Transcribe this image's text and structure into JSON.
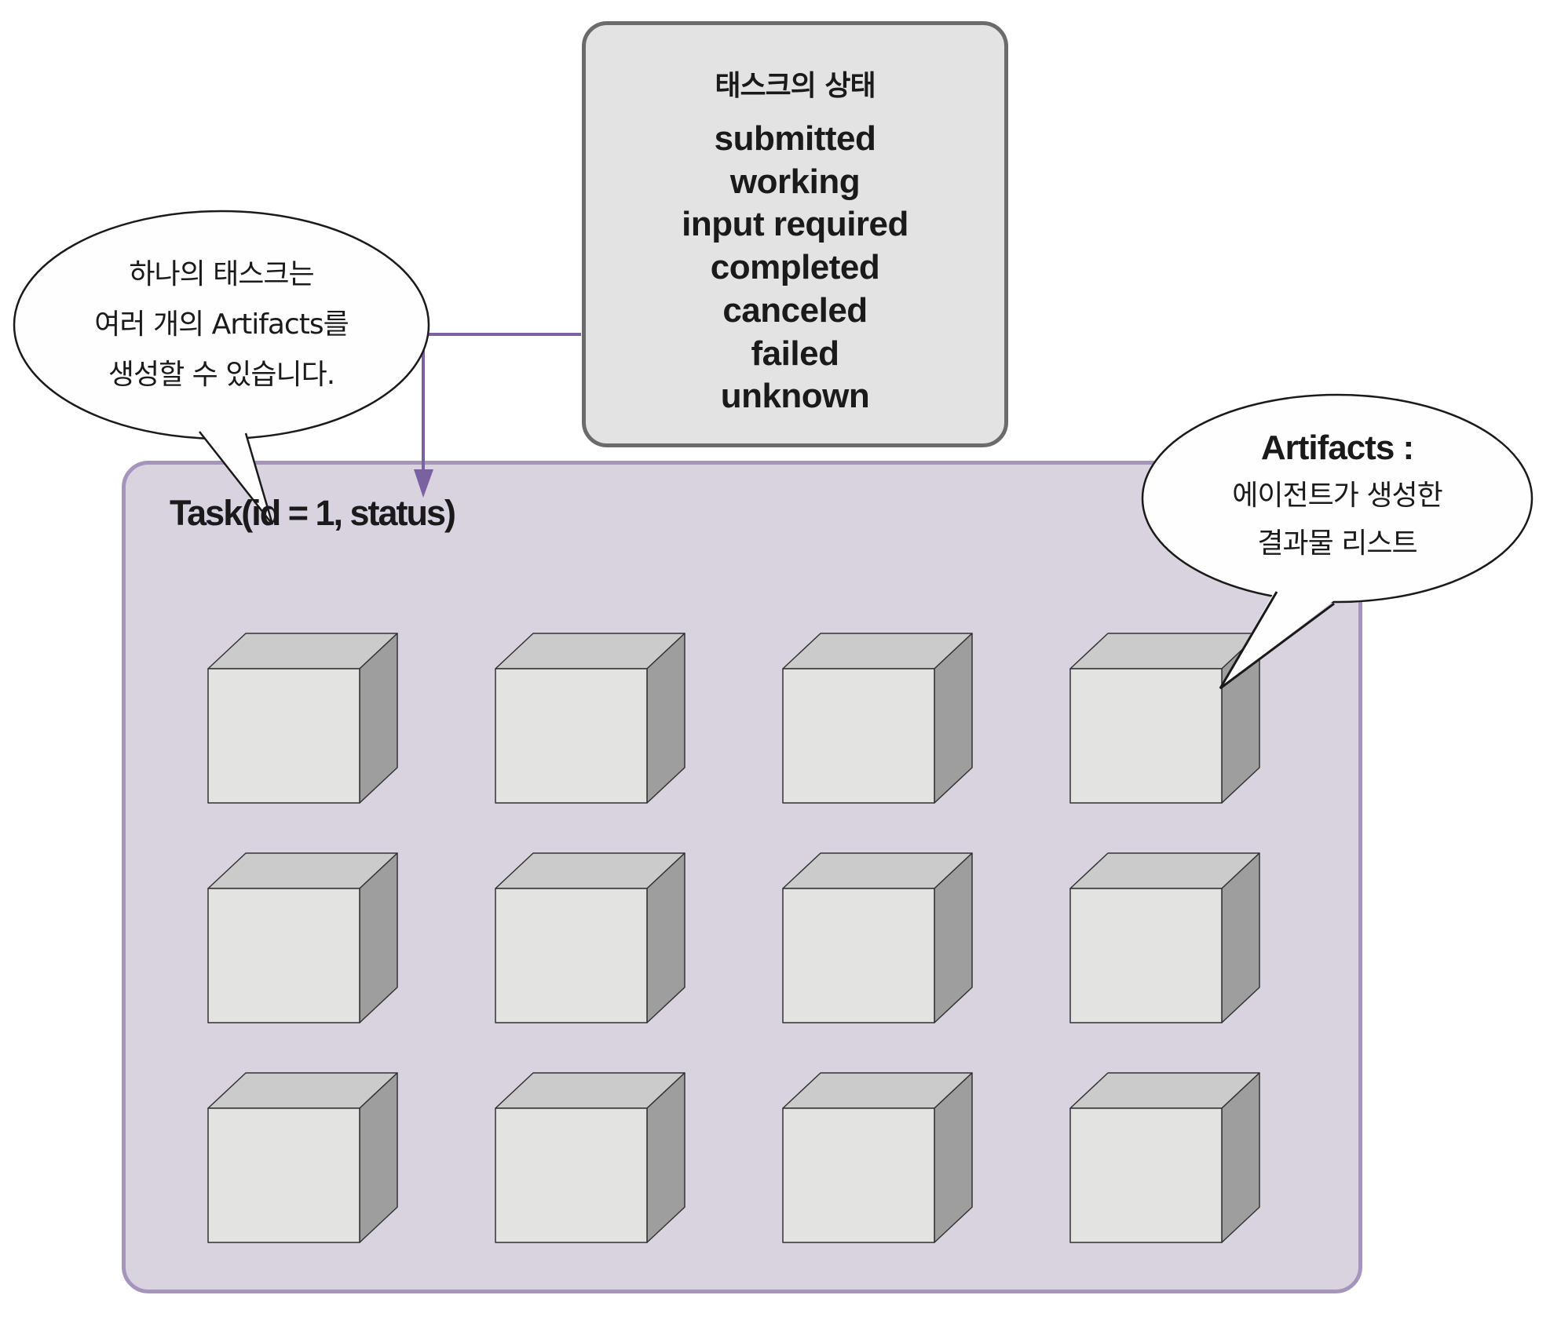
{
  "task": {
    "label": "Task(id = 1, status)",
    "container_color": "#d9d3e0",
    "border_color": "#a595bd"
  },
  "status_box": {
    "title": "태스크의 상태",
    "states": [
      "submitted",
      "working",
      "input required",
      "completed",
      "canceled",
      "failed",
      "unknown"
    ]
  },
  "callouts": {
    "left": {
      "lines": [
        "하나의 태스크는",
        "여러 개의 Artifacts를",
        "생성할 수 있습니다."
      ]
    },
    "right": {
      "heading": "Artifacts :",
      "lines": [
        "에이전트가 생성한",
        "결과물 리스트"
      ]
    }
  },
  "artifacts": {
    "rows": 3,
    "columns": 4,
    "count": 12
  },
  "connector": {
    "from": "status_box",
    "to": "task",
    "color": "#7a62a0"
  },
  "colors": {
    "cube_front": "#e3e3e2",
    "cube_top": "#cbcbcb",
    "cube_side": "#9e9e9e",
    "cube_edge": "#333333",
    "status_box_fill": "#e3e3e3",
    "status_box_border": "#6b6b6b"
  }
}
